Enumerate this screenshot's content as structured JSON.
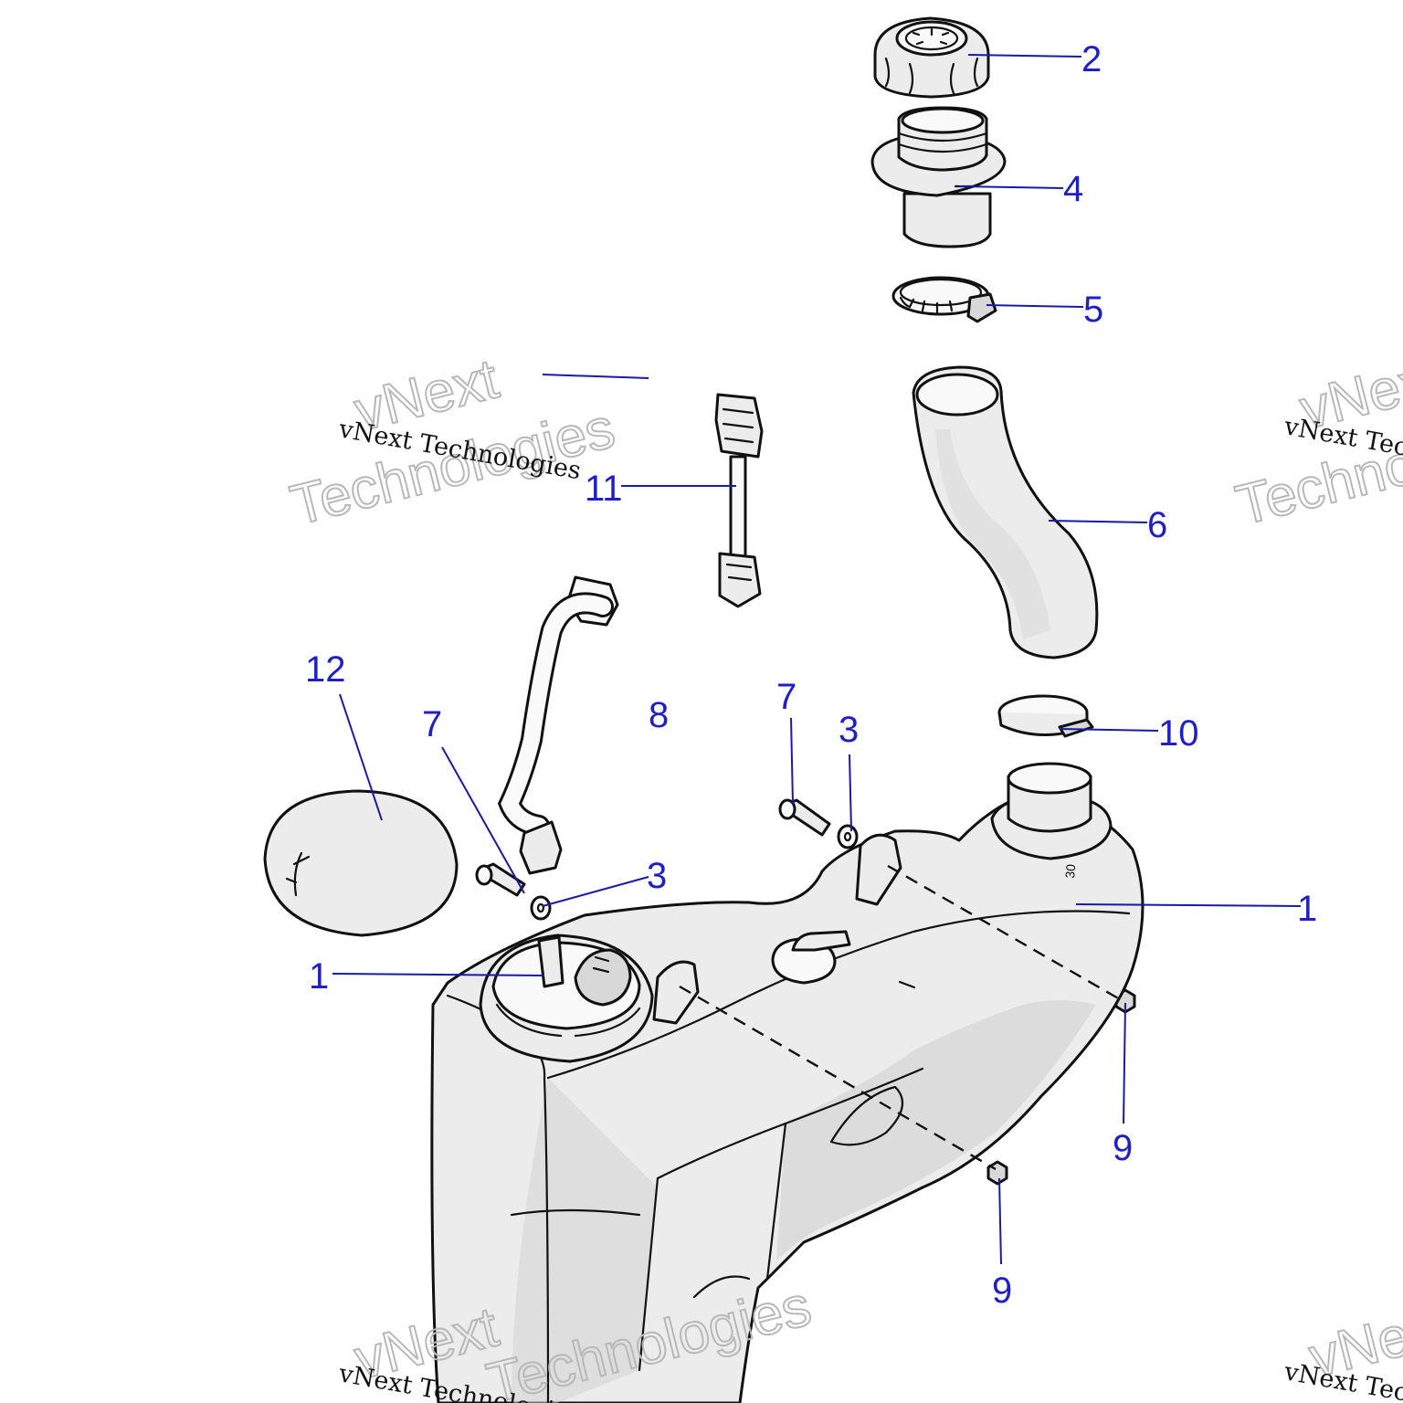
{
  "callouts": [
    {
      "id": "2",
      "text": "2"
    },
    {
      "id": "4",
      "text": "4"
    },
    {
      "id": "5",
      "text": "5"
    },
    {
      "id": "11",
      "text": "11"
    },
    {
      "id": "6",
      "text": "6"
    },
    {
      "id": "12",
      "text": "12"
    },
    {
      "id": "7a",
      "text": "7"
    },
    {
      "id": "8",
      "text": "8"
    },
    {
      "id": "7b",
      "text": "7"
    },
    {
      "id": "3a",
      "text": "3"
    },
    {
      "id": "10",
      "text": "10"
    },
    {
      "id": "3b",
      "text": "3"
    },
    {
      "id": "1a",
      "text": "1"
    },
    {
      "id": "1b",
      "text": "1"
    },
    {
      "id": "9a",
      "text": "9"
    },
    {
      "id": "9b",
      "text": "9"
    }
  ],
  "watermark": {
    "company_short": "vNext",
    "company_long": "Technologies",
    "company_full": "vNext Technologies"
  },
  "marks": {
    "tank_embossing": "30"
  }
}
